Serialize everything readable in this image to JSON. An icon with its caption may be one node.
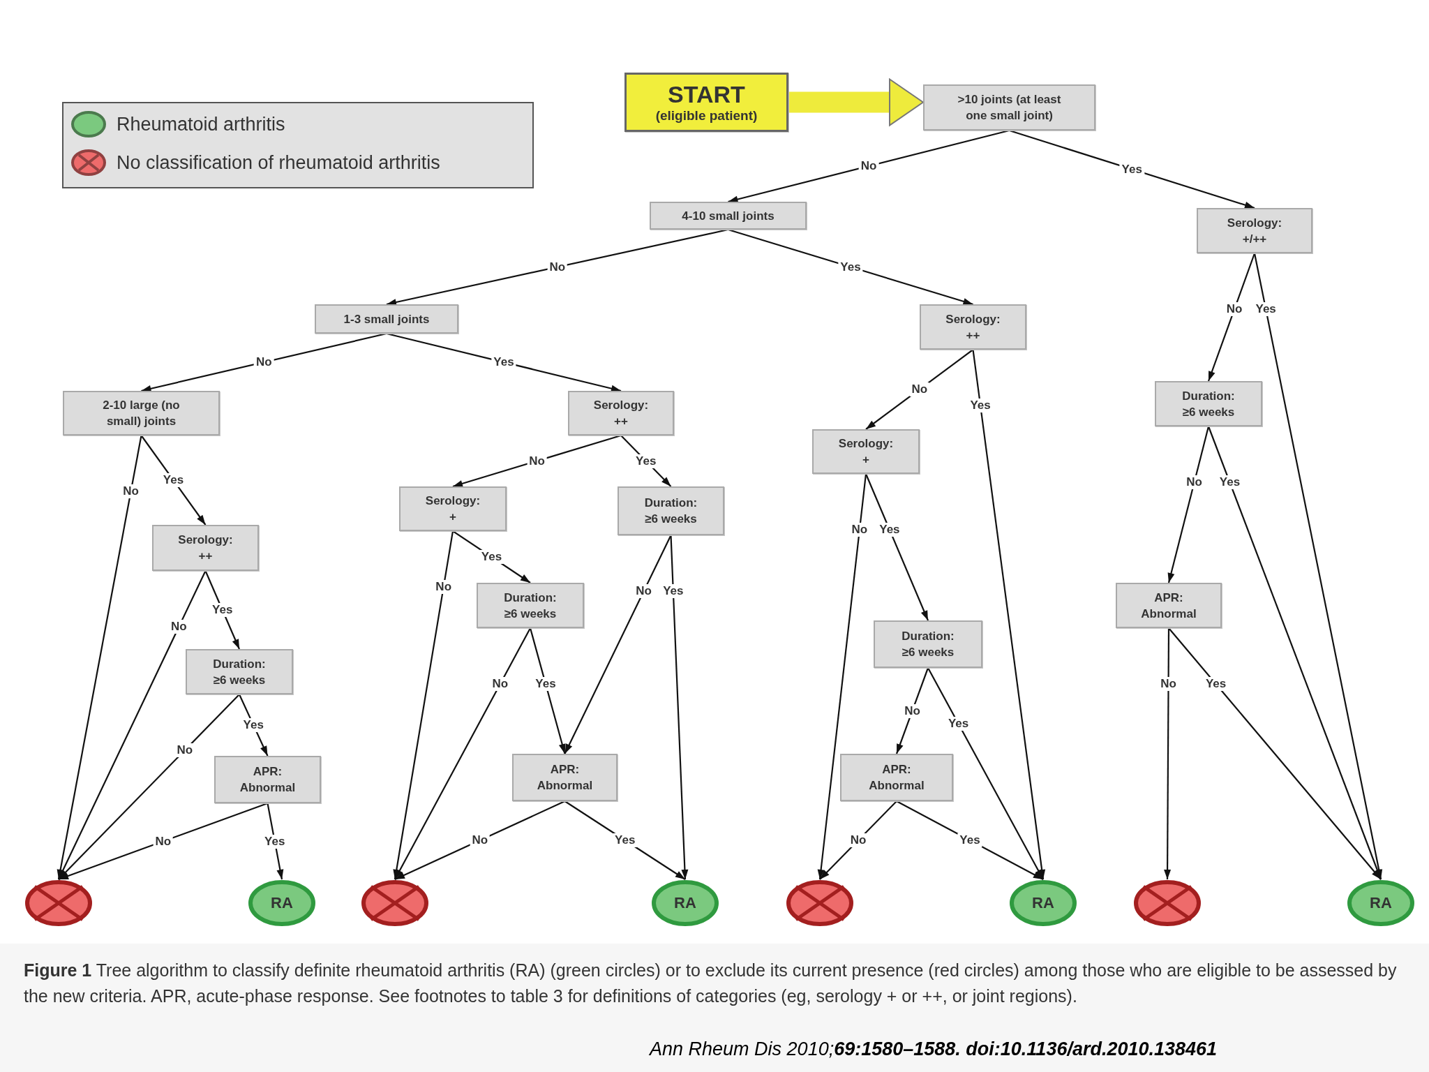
{
  "diagram": {
    "caption": "**Figure 1**    Tree algorithm to classify definite rheumatoid arthritis (RA) (green circles) or to exclude its current presence (red circles) among those who are eligible to be assessed by the new criteria. APR, acute-phase response. See footnotes to table 3 for definitions of categories (eg, serology + or ++, or joint regions).",
    "nodes": [
      {
        "text": [
          "START",
          "(eligible patient)"
        ]
      },
      {
        "text": [
          ">10 joints (at least one small joint)"
        ]
      },
      {
        "text": [
          "4-10 small joints"
        ]
      },
      {
        "text": [
          "Serology:",
          "+/++"
        ]
      },
      {
        "text": [
          "1-3 small joints"
        ]
      },
      {
        "text": [
          "Serology:",
          "++"
        ]
      },
      {
        "text": [
          "Duration:",
          "≥6 weeks"
        ]
      },
      {
        "text": [
          "2-10 large (no small) joints"
        ]
      },
      {
        "text": [
          "Serology:",
          "++"
        ]
      },
      {
        "text": [
          "Serology:",
          "+"
        ]
      },
      {
        "text": [
          "Serology:",
          "+"
        ]
      },
      {
        "text": [
          "Duration:",
          "≥6 weeks"
        ]
      },
      {
        "text": [
          "Serology:",
          "++"
        ]
      },
      {
        "text": [
          "Duration:",
          "≥6 weeks"
        ]
      },
      {
        "text": [
          "APR:",
          "Abnormal"
        ]
      },
      {
        "text": [
          "Duration:",
          "≥6 weeks"
        ]
      },
      {
        "text": [
          "Duration:",
          "≥6 weeks"
        ]
      },
      {
        "text": [
          "APR:",
          "Abnormal"
        ]
      },
      {
        "text": [
          "APR:",
          "Abnormal"
        ]
      },
      {
        "text": [
          "APR:",
          "Abnormal"
        ]
      },
      {
        "text": [],
        "shape": "circle"
      },
      {
        "text": [
          "RA"
        ]
      },
      {
        "text": [],
        "shape": "circle"
      },
      {
        "text": [
          "RA"
        ]
      },
      {
        "text": [],
        "shape": "circle"
      },
      {
        "text": [
          "RA"
        ]
      },
      {
        "text": [],
        "shape": "circle"
      },
      {
        "text": [
          "RA"
        ]
      }
    ],
    "edges": [
      {
        "from": 0,
        "to": 1,
        "arrow": "to",
        "style": "thick",
        "color": "#eeeb3c"
      },
      {
        "from": 1,
        "to": 2,
        "arrow": "to",
        "label": "No"
      },
      {
        "from": 1,
        "to": 3,
        "arrow": "to",
        "label": "Yes"
      },
      {
        "from": 2,
        "to": 4,
        "arrow": "to",
        "label": "No"
      },
      {
        "from": 2,
        "to": 5,
        "arrow": "to",
        "label": "Yes"
      },
      {
        "from": 3,
        "to": 6,
        "arrow": "to",
        "label": "No"
      },
      {
        "from": 3,
        "to": 27,
        "arrow": "to",
        "label": "Yes"
      },
      {
        "from": 4,
        "to": 7,
        "arrow": "to",
        "label": "No"
      },
      {
        "from": 4,
        "to": 8,
        "arrow": "to",
        "label": "Yes"
      },
      {
        "from": 5,
        "to": 9,
        "arrow": "to",
        "label": "No"
      },
      {
        "from": 5,
        "to": 25,
        "arrow": "to",
        "label": "Yes"
      },
      {
        "from": 6,
        "to": 14,
        "arrow": "to",
        "label": "No"
      },
      {
        "from": 6,
        "to": 27,
        "arrow": "to",
        "label": "Yes"
      },
      {
        "from": 7,
        "to": 20,
        "arrow": "to",
        "label": "No"
      },
      {
        "from": 7,
        "to": 12,
        "arrow": "to",
        "label": "Yes"
      },
      {
        "from": 8,
        "to": 10,
        "arrow": "to",
        "label": "No"
      },
      {
        "from": 8,
        "to": 11,
        "arrow": "to",
        "label": "Yes"
      },
      {
        "from": 9,
        "to": 24,
        "arrow": "to",
        "label": "No"
      },
      {
        "from": 9,
        "to": 15,
        "arrow": "to",
        "label": "Yes"
      },
      {
        "from": 10,
        "to": 22,
        "arrow": "to",
        "label": "No"
      },
      {
        "from": 10,
        "to": 13,
        "arrow": "to",
        "label": "Yes"
      },
      {
        "from": 11,
        "to": 17,
        "arrow": "to",
        "label": "No"
      },
      {
        "from": 11,
        "to": 23,
        "arrow": "to",
        "label": "Yes"
      },
      {
        "from": 12,
        "to": 20,
        "arrow": "to",
        "label": "No"
      },
      {
        "from": 12,
        "to": 16,
        "arrow": "to",
        "label": "Yes"
      },
      {
        "from": 13,
        "to": 22,
        "arrow": "to",
        "label": "No"
      },
      {
        "from": 13,
        "to": 17,
        "arrow": "to",
        "label": "Yes"
      },
      {
        "from": 14,
        "to": 26,
        "arrow": "to",
        "label": "No"
      },
      {
        "from": 14,
        "to": 27,
        "arrow": "to",
        "label": "Yes"
      },
      {
        "from": 15,
        "to": 18,
        "arrow": "to",
        "label": "No"
      },
      {
        "from": 15,
        "to": 25,
        "arrow": "to",
        "label": "Yes"
      },
      {
        "from": 16,
        "to": 20,
        "arrow": "to",
        "label": "No"
      },
      {
        "from": 16,
        "to": 19,
        "arrow": "to",
        "label": "Yes"
      },
      {
        "from": 17,
        "to": 22,
        "arrow": "to",
        "label": "No"
      },
      {
        "from": 17,
        "to": 23,
        "arrow": "to",
        "label": "Yes"
      },
      {
        "from": 18,
        "to": 24,
        "arrow": "to",
        "label": "No"
      },
      {
        "from": 18,
        "to": 25,
        "arrow": "to",
        "label": "Yes"
      },
      {
        "from": 19,
        "to": 20,
        "arrow": "to",
        "label": "No"
      },
      {
        "from": 19,
        "to": 21,
        "arrow": "to",
        "label": "Yes"
      }
    ],
    "labels": [
      "*Ann Rheum Dis* 2010;**69:1580–1588. doi:10.1136/ard.2010.138461**"
    ],
    "legend": [
      {
        "text": "Rheumatoid arthritis",
        "color": "#7bc97f"
      },
      {
        "text": "No classification of rheumatoid arthritis",
        "color": "#ee6b6b"
      }
    ]
  }
}
